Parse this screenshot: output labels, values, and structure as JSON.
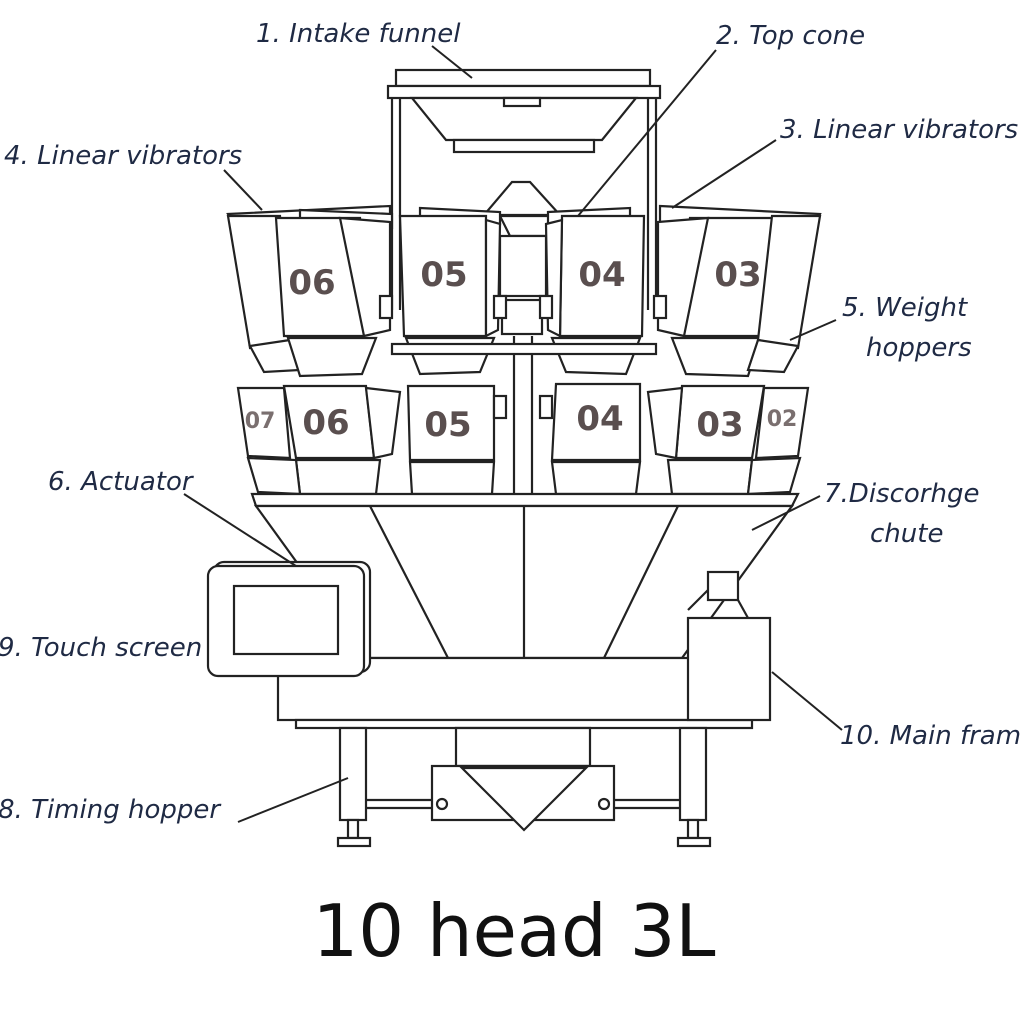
{
  "labels": {
    "intake_funnel": "1. Intake funnel",
    "top_cone": "2. Top cone",
    "linear_vibrators_right": "3. Linear vibrators",
    "linear_vibrators_left": "4. Linear vibrators",
    "weight_hoppers_line1": "5. Weight",
    "weight_hoppers_line2": "hoppers",
    "actuator": "6. Actuator",
    "discharge_chute_line1": "7.Discorhge",
    "discharge_chute_line2": "chute",
    "timing_hopper": "8. Timing hopper",
    "touch_screen": "9. Touch screen",
    "main_frame": "10. Main fram"
  },
  "heads_upper": [
    "06",
    "05",
    "04",
    "03"
  ],
  "heads_lower": [
    "07",
    "06",
    "05",
    "04",
    "03",
    "02"
  ],
  "caption": "10 head 3L"
}
